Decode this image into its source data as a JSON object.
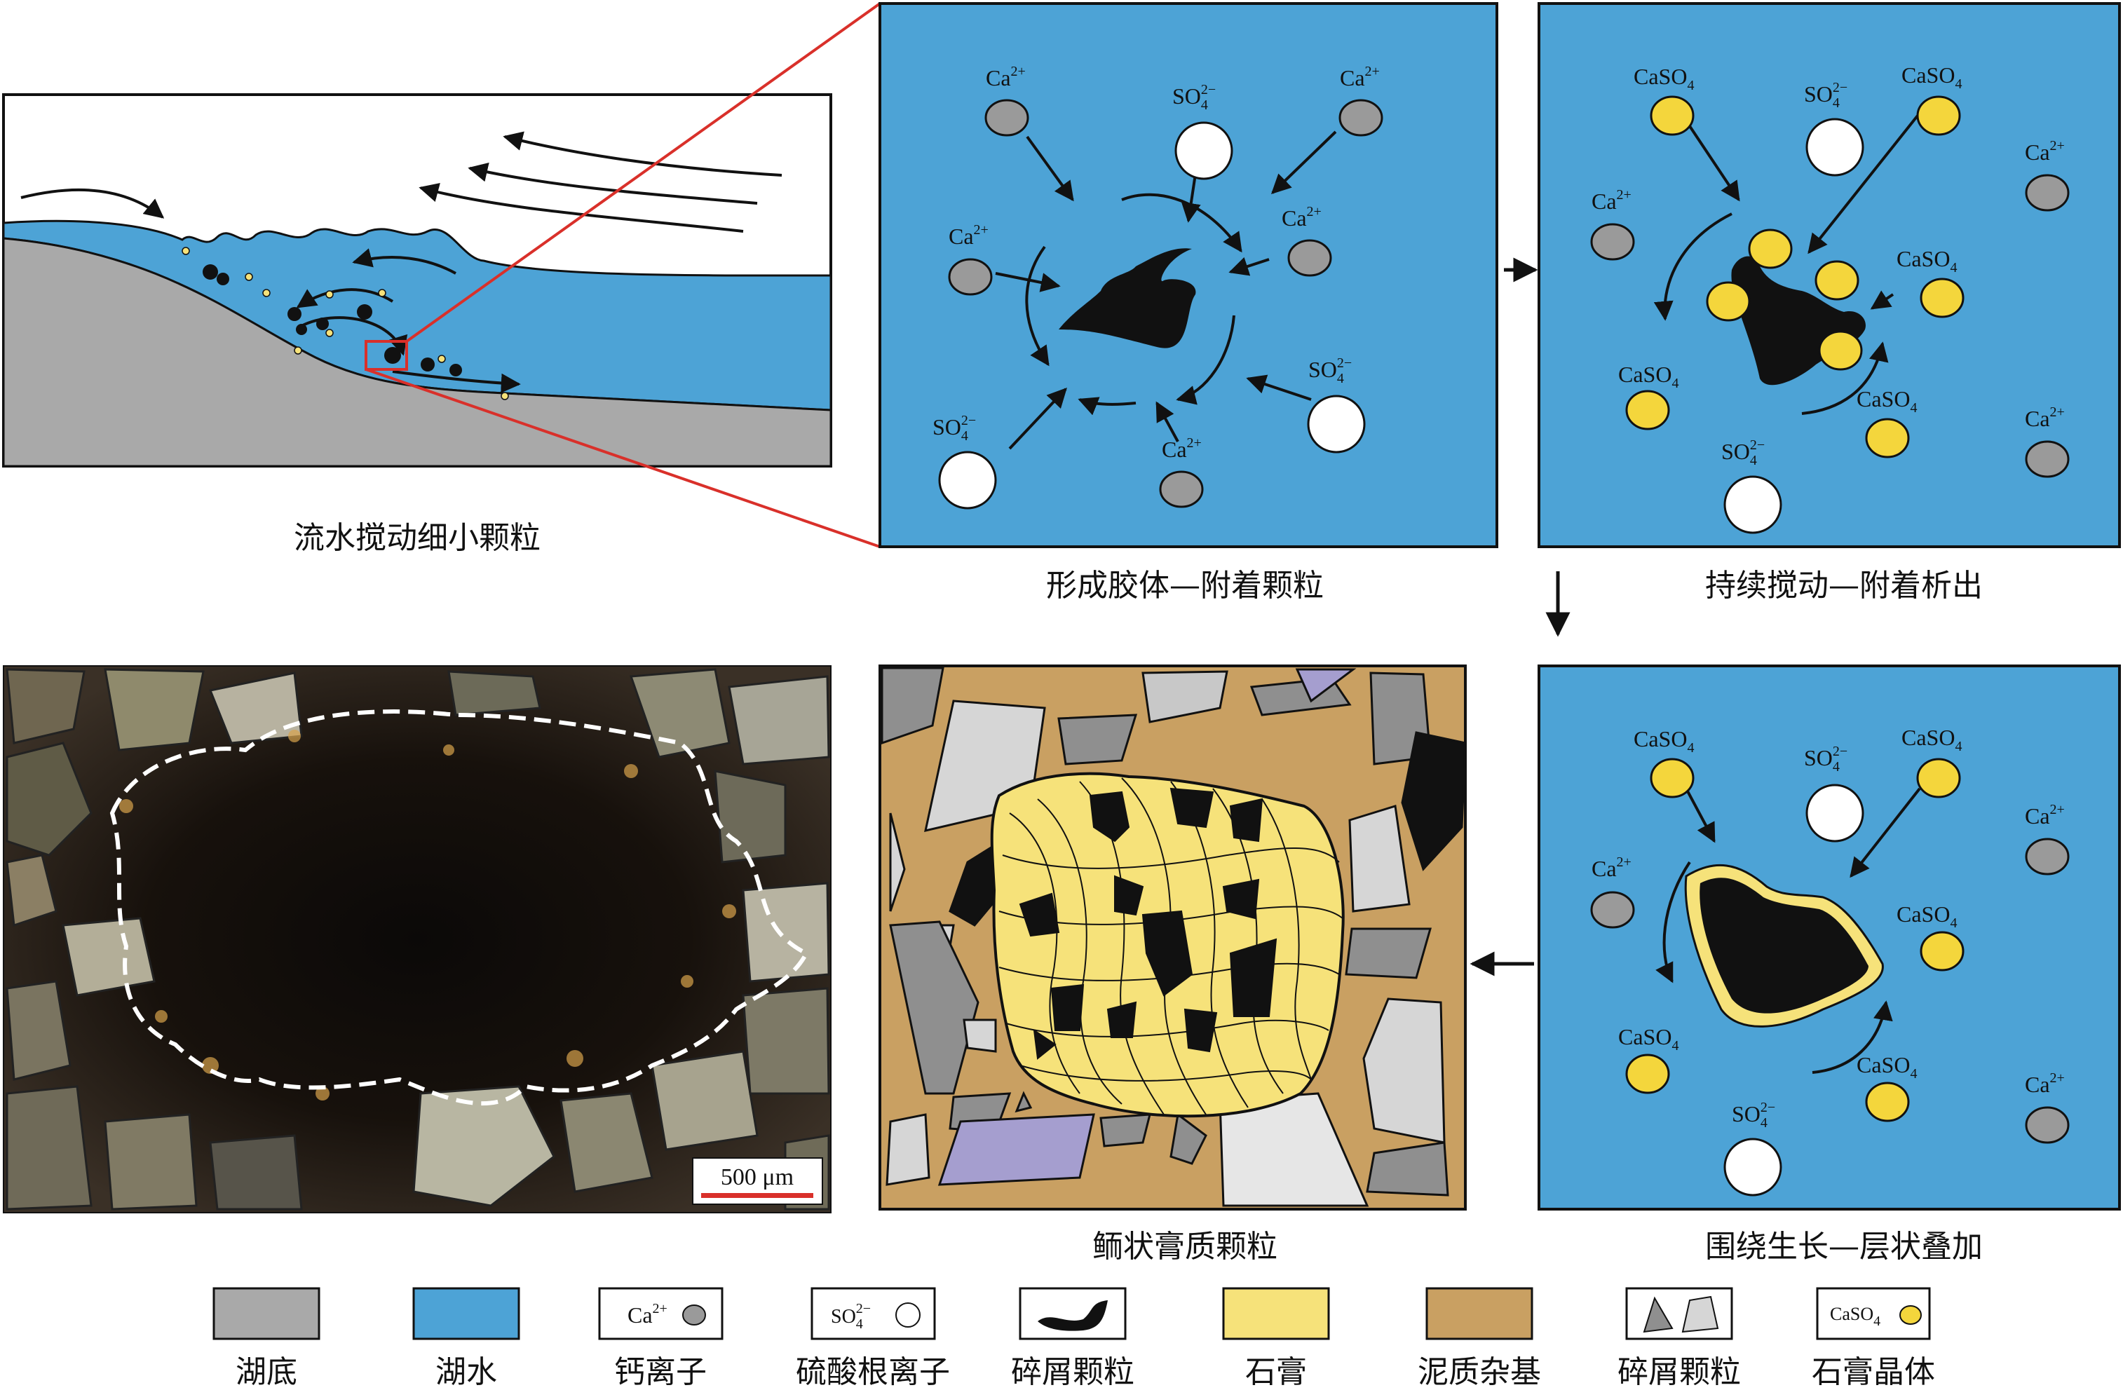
{
  "captions": {
    "panel1": "流水搅动细小颗粒",
    "panel2": "形成胶体—附着颗粒",
    "panel3": "持续搅动—附着析出",
    "panel4": "围绕生长—层状叠加",
    "panel5": "鲕状膏质颗粒"
  },
  "ions": {
    "ca": "Ca",
    "ca_charge": "2+",
    "so": "SO",
    "so_sub": "4",
    "so_charge": "2−",
    "caso": "CaSO",
    "caso_sub": "4"
  },
  "scale_bar": "500 μm",
  "legend": [
    {
      "label": "湖底"
    },
    {
      "label": "湖水"
    },
    {
      "label": "钙离子"
    },
    {
      "label": "硫酸根离子"
    },
    {
      "label": "碎屑颗粒"
    },
    {
      "label": "石膏"
    },
    {
      "label": "泥质杂基"
    },
    {
      "label": "碎屑颗粒"
    },
    {
      "label": "石膏晶体"
    }
  ],
  "colors": {
    "lake_bottom": "#a9a9a9",
    "lake_water": "#4da3d6",
    "calcium_ion": "#9a9a9a",
    "sulfate_ion": "#ffffff",
    "detrital": "#111111",
    "gypsum": "#f6e27a",
    "mud_matrix": "#c9a062",
    "gypsum_crystal": "#f4d63c",
    "zoom_line": "#d9302a"
  }
}
